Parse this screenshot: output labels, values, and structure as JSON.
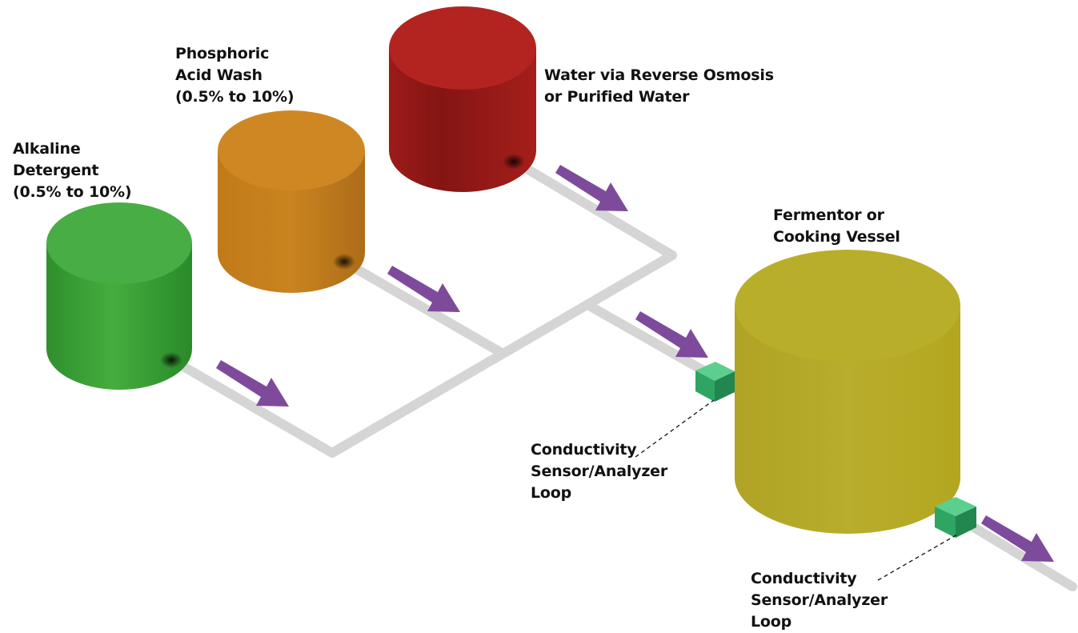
{
  "labels": {
    "alkaline": [
      "Alkaline",
      "Detergent",
      "(0.5% to 10%)"
    ],
    "acid": [
      "Phosphoric",
      "Acid Wash",
      "(0.5% to 10%)"
    ],
    "water": [
      "Water via Reverse Osmosis",
      "or Purified Water"
    ],
    "fermentor": [
      "Fermentor or",
      "Cooking Vessel"
    ],
    "sensor_1": [
      "Conductivity",
      "Sensor/Analyzer",
      "Loop"
    ],
    "sensor_2": [
      "Conductivity",
      "Sensor/Analyzer",
      "Loop"
    ]
  },
  "colors": {
    "alkaline_tank": "#3fa83a",
    "acid_tank": "#d0861f",
    "water_tank": "#b01f1d",
    "fermentor_tank": "#bdb22c",
    "pipe": "#d6d6d6",
    "flow_arrow": "#7e4a9c",
    "sensor": "#34b56a"
  }
}
